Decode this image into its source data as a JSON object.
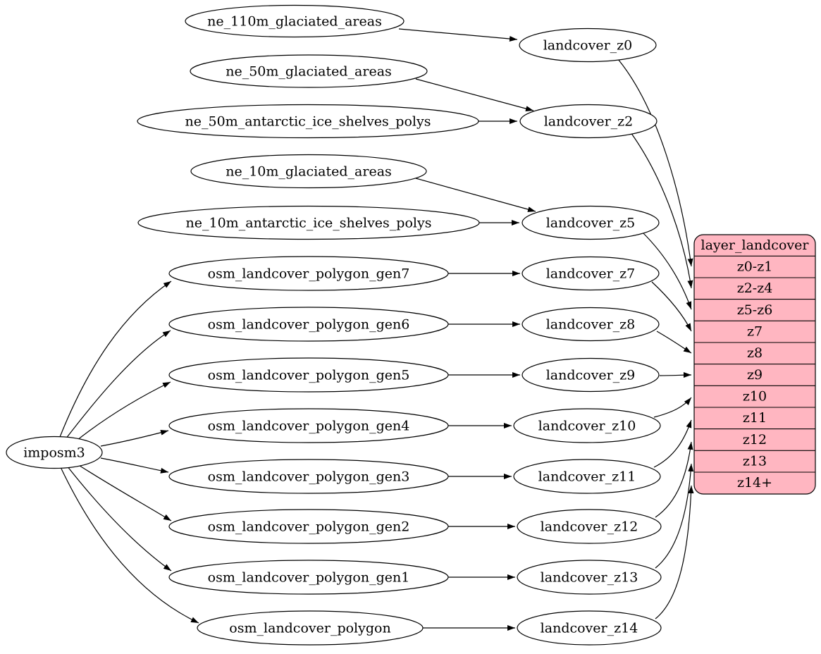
{
  "diagram": {
    "type": "flow-graph",
    "background": "#ffffff",
    "node_fill": "#ffffff",
    "node_stroke": "#000000",
    "edge_color": "#000000"
  },
  "nodes": {
    "imposm3": "imposm3",
    "ne_110m_glaciated_areas": "ne_110m_glaciated_areas",
    "ne_50m_glaciated_areas": "ne_50m_glaciated_areas",
    "ne_50m_antarctic_ice_shelves_polys": "ne_50m_antarctic_ice_shelves_polys",
    "ne_10m_glaciated_areas": "ne_10m_glaciated_areas",
    "ne_10m_antarctic_ice_shelves_polys": "ne_10m_antarctic_ice_shelves_polys",
    "osm_landcover_polygon_gen7": "osm_landcover_polygon_gen7",
    "osm_landcover_polygon_gen6": "osm_landcover_polygon_gen6",
    "osm_landcover_polygon_gen5": "osm_landcover_polygon_gen5",
    "osm_landcover_polygon_gen4": "osm_landcover_polygon_gen4",
    "osm_landcover_polygon_gen3": "osm_landcover_polygon_gen3",
    "osm_landcover_polygon_gen2": "osm_landcover_polygon_gen2",
    "osm_landcover_polygon_gen1": "osm_landcover_polygon_gen1",
    "osm_landcover_polygon": "osm_landcover_polygon",
    "landcover_z0": "landcover_z0",
    "landcover_z2": "landcover_z2",
    "landcover_z5": "landcover_z5",
    "landcover_z7": "landcover_z7",
    "landcover_z8": "landcover_z8",
    "landcover_z9": "landcover_z9",
    "landcover_z10": "landcover_z10",
    "landcover_z11": "landcover_z11",
    "landcover_z12": "landcover_z12",
    "landcover_z13": "landcover_z13",
    "landcover_z14": "landcover_z14"
  },
  "table": {
    "title": "layer_landcover",
    "fill": "#ffb6c1",
    "rows": [
      "z0-z1",
      "z2-z4",
      "z5-z6",
      "z7",
      "z8",
      "z9",
      "z10",
      "z11",
      "z12",
      "z13",
      "z14+"
    ]
  },
  "edges": [
    {
      "from": "ne_110m_glaciated_areas",
      "to": "landcover_z0"
    },
    {
      "from": "ne_50m_glaciated_areas",
      "to": "landcover_z2"
    },
    {
      "from": "ne_50m_antarctic_ice_shelves_polys",
      "to": "landcover_z2"
    },
    {
      "from": "ne_10m_glaciated_areas",
      "to": "landcover_z5"
    },
    {
      "from": "ne_10m_antarctic_ice_shelves_polys",
      "to": "landcover_z5"
    },
    {
      "from": "imposm3",
      "to": "osm_landcover_polygon_gen7"
    },
    {
      "from": "imposm3",
      "to": "osm_landcover_polygon_gen6"
    },
    {
      "from": "imposm3",
      "to": "osm_landcover_polygon_gen5"
    },
    {
      "from": "imposm3",
      "to": "osm_landcover_polygon_gen4"
    },
    {
      "from": "imposm3",
      "to": "osm_landcover_polygon_gen3"
    },
    {
      "from": "imposm3",
      "to": "osm_landcover_polygon_gen2"
    },
    {
      "from": "imposm3",
      "to": "osm_landcover_polygon_gen1"
    },
    {
      "from": "imposm3",
      "to": "osm_landcover_polygon"
    },
    {
      "from": "osm_landcover_polygon_gen7",
      "to": "landcover_z7"
    },
    {
      "from": "osm_landcover_polygon_gen6",
      "to": "landcover_z8"
    },
    {
      "from": "osm_landcover_polygon_gen5",
      "to": "landcover_z9"
    },
    {
      "from": "osm_landcover_polygon_gen4",
      "to": "landcover_z10"
    },
    {
      "from": "osm_landcover_polygon_gen3",
      "to": "landcover_z11"
    },
    {
      "from": "osm_landcover_polygon_gen2",
      "to": "landcover_z12"
    },
    {
      "from": "osm_landcover_polygon_gen1",
      "to": "landcover_z13"
    },
    {
      "from": "osm_landcover_polygon",
      "to": "landcover_z14"
    },
    {
      "from": "landcover_z0",
      "to": "layer_landcover.z0-z1"
    },
    {
      "from": "landcover_z2",
      "to": "layer_landcover.z2-z4"
    },
    {
      "from": "landcover_z5",
      "to": "layer_landcover.z5-z6"
    },
    {
      "from": "landcover_z7",
      "to": "layer_landcover.z7"
    },
    {
      "from": "landcover_z8",
      "to": "layer_landcover.z8"
    },
    {
      "from": "landcover_z9",
      "to": "layer_landcover.z9"
    },
    {
      "from": "landcover_z10",
      "to": "layer_landcover.z10"
    },
    {
      "from": "landcover_z11",
      "to": "layer_landcover.z11"
    },
    {
      "from": "landcover_z12",
      "to": "layer_landcover.z12"
    },
    {
      "from": "landcover_z13",
      "to": "layer_landcover.z13"
    },
    {
      "from": "landcover_z14",
      "to": "layer_landcover.z14+"
    }
  ]
}
